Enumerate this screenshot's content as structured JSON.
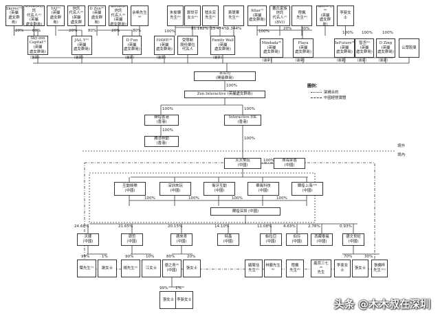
{
  "top_nodes": [
    {
      "id": "skyrec",
      "text": "Skyrec⁽¹⁾\n(英屬\n處女群島)"
    },
    {
      "id": "yefam",
      "text": "葉氏家族信託\n代名人⁽¹⁾\n(英屬\n處女群島)"
    },
    {
      "id": "yaj",
      "text": "YAJ⁽¹⁾\n(英屬\n處女群島)"
    },
    {
      "id": "zengfam",
      "text": "鶴氏家族信託\n代名人⁽²⁾\n(英屬\n處女群島)"
    },
    {
      "id": "dzen",
      "text": "D Zen⁽²⁾\n(英屬\n處女群島)"
    },
    {
      "id": "zengfam2",
      "text": "鶴氏家族信託\n代名人⁽³⁾\n(英屬\n處女群島)"
    },
    {
      "id": "yuqiao",
      "text": "余希先生⁽⁴⁾"
    },
    {
      "id": "zhu",
      "text": "朱俊輝\n先生⁽⁵⁾"
    },
    {
      "id": "zheng",
      "text": "鄭世芬\n女士⁽⁵⁾"
    },
    {
      "id": "gao",
      "text": "嵇永宏\n先生⁽⁵⁾"
    },
    {
      "id": "huang",
      "text": "黃競華\n先生⁽⁶⁾"
    },
    {
      "id": "atlas",
      "text": "Atlas⁽⁷⁾\n(英屬\n處女群島)"
    },
    {
      "id": "taifam",
      "text": "戴氏家族信託\n代名人⁽⁷⁾\n(BVI)"
    },
    {
      "id": "liu",
      "text": "程楓\n先生⁽⁸⁾"
    },
    {
      "id": "qiu",
      "text": "龐蕊三七⁽⁹⁾\n(英屬\n處女群島)"
    },
    {
      "id": "li",
      "text": "李斐女士"
    }
  ],
  "holding_row": [
    {
      "id": "skyzen",
      "text": "Sky-zen\nCapital⁽¹⁾\n(英屬\n處女群島)"
    },
    {
      "id": "jly",
      "text": "J&L Y⁽¹⁾\n(英屬\n處女群島)"
    },
    {
      "id": "dfun",
      "text": "D Fun\n(英屬\n處女群島)"
    },
    {
      "id": "haw",
      "text": "HAWE⁽⁴⁾\n(英屬\n處女群島)"
    },
    {
      "id": "rsu",
      "text": "受限制\n股份單位\n代名人"
    },
    {
      "id": "familywall",
      "text": "Family Wall\n(英屬\n處女群島)"
    },
    {
      "id": "mindada",
      "text": "Mindada⁽⁶⁾\n(英屬\n處女群島)"
    },
    {
      "id": "playa",
      "text": "Playa\n(英屬\n處女群島)"
    },
    {
      "id": "befuture",
      "text": "BeFuture⁽⁸⁾\n(英屬\n處女群島)"
    },
    {
      "id": "zhiqian",
      "text": "智丞⁽⁹⁾\n(英屬\n處女群島)"
    },
    {
      "id": "dzing",
      "text": "D Zing\n(英屬\n處女群島)"
    },
    {
      "id": "public",
      "text": "公眾股東"
    }
  ],
  "top_percents": [
    "20%",
    "80%",
    "20%",
    "80%",
    "20%",
    "80%",
    "100%",
    "81.182%",
    "13.474%",
    "5.344%",
    "100%",
    "20%",
    "80%",
    "100%",
    "100%",
    "100%"
  ],
  "tag_label": "[蛊豪]",
  "company_nodes": [
    {
      "id": "company",
      "text": "本公司\n(開曼群島)"
    },
    {
      "id": "zeninteractive",
      "text": "Zen Interactive (英屬處女群島)"
    },
    {
      "id": "hk1",
      "text": "輝煌香港\n(香港)"
    },
    {
      "id": "interactivehk",
      "text": "Interactive HK\n(香港)"
    },
    {
      "id": "hkmobile",
      "text": "騰憑移動\n(香港)"
    },
    {
      "id": "tiantian",
      "text": "天天來玩\n(中國)"
    },
    {
      "id": "zhuhai",
      "text": "珠海掌遊\n(中國)"
    },
    {
      "id": "sub1",
      "text": "互動娛樂\n(中國)"
    },
    {
      "id": "sub2",
      "text": "深圳來玩\n(中國)"
    },
    {
      "id": "sub3",
      "text": "衛牙互動\n(中國)"
    },
    {
      "id": "sub4",
      "text": "華風科技\n(中國)"
    },
    {
      "id": "sub5",
      "text": "輝煌上海⁽¹⁰⁾\n(中國)"
    },
    {
      "id": "shenzhen",
      "text": "輝煌深圳 (中國)"
    },
    {
      "id": "op1",
      "text": "天娜\n(中國)"
    },
    {
      "id": "op2",
      "text": "嶺哲\n(中國)"
    },
    {
      "id": "op3",
      "text": "德來青\n(中國)"
    },
    {
      "id": "op4",
      "text": "特鑫\n(中國)"
    },
    {
      "id": "op5",
      "text": "帕拉亞\n(中國)"
    },
    {
      "id": "op6",
      "text": "伯玲\n(中國)"
    },
    {
      "id": "op7",
      "text": "西藏泰晨\n(中國)"
    },
    {
      "id": "op8",
      "text": "德文世紀\n(中國)"
    }
  ],
  "pct_labels": [
    "100%",
    "100%",
    "100%",
    "100%",
    "100%",
    "100%",
    "100%",
    "100%",
    "100%",
    "100%",
    "24.68%",
    "21.65%",
    "20.15%",
    "14.10%",
    "11.08%",
    "4.63%",
    "2.78%",
    "0.93%"
  ],
  "bottom_owners": [
    {
      "id": "b1",
      "text": "葉先生⁽¹⁾"
    },
    {
      "id": "b2",
      "text": "謝女士"
    },
    {
      "id": "b3",
      "text": "楊先生⁽²⁾"
    },
    {
      "id": "b4",
      "text": "江女士"
    },
    {
      "id": "b5",
      "text": "德之青⁽³⁾\n(中國)"
    },
    {
      "id": "b6",
      "text": "張女士"
    },
    {
      "id": "b7",
      "text": "張女士"
    },
    {
      "id": "b8",
      "text": "李斐女士"
    },
    {
      "id": "b9",
      "text": "顧周恬\n先生⁽⁵⁾"
    },
    {
      "id": "b10",
      "text": "林藤先生⁽⁶⁾"
    },
    {
      "id": "b11",
      "text": "程楓\n先生⁽⁸⁾"
    },
    {
      "id": "b12",
      "text": "龐蕊三七⁽⁹⁾\n先生"
    },
    {
      "id": "b13",
      "text": "李斐女士"
    },
    {
      "id": "b14",
      "text": "張女士"
    },
    {
      "id": "b15",
      "text": "張橋梓\n先生⁽¹¹⁾"
    }
  ],
  "bottom_percents": [
    "99%",
    "1%",
    "90%",
    "10%",
    "80%",
    "20%",
    "99%",
    "1%",
    "70%",
    "30%"
  ],
  "legend": {
    "title": "圖例：",
    "solid": "架構合約",
    "dashed": "中國經營實體"
  },
  "borders": {
    "overseas": "境外",
    "domestic": "境內"
  },
  "watermark": "头条 @木木叔在深圳"
}
